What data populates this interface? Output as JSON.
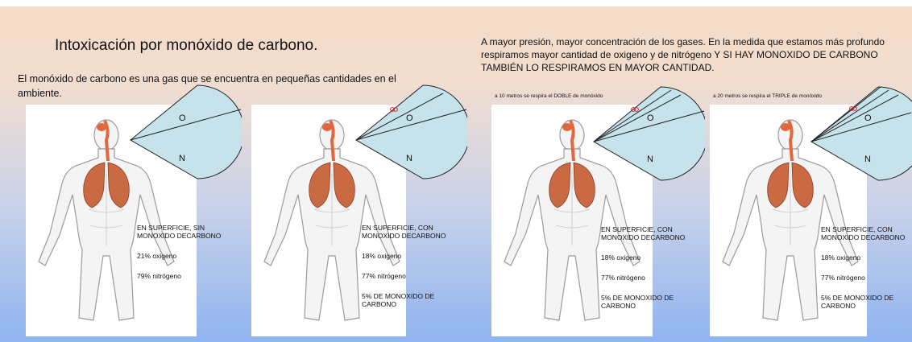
{
  "title": "Intoxicación por monóxido de carbono.",
  "intro": "El monóxido de carbono es una gas que se encuentra en pequeñas cantidades en el ambiente.",
  "pressure_text": "A mayor presión, mayor concentración de los gases. En la medida que estamos más profundo respiramos mayor cantidad de oxigeno y de nitrógeno Y SI HAY MONOXIDO DE CARBONO TAMBIÉN LO RESPIRAMOS EN MAYOR CANTIDAD.",
  "colors": {
    "bubble_fill": "#c6e3ec",
    "lungs": "#c96a42",
    "airway": "#e0683c",
    "co_mark": "#d02020"
  },
  "panels": [
    {
      "note": "",
      "bubble_o": "O",
      "bubble_n": "N",
      "line1": "EN SUPERFICIE, SIN",
      "line2": "MONOXIDO DECARBONO",
      "oxygen": "21% oxigeno",
      "nitrogen": "79% nitrógeno",
      "co": "",
      "co2": ""
    },
    {
      "note": "",
      "bubble_o": "O",
      "bubble_n": "N",
      "line1": "EN SUPERFICIE, CON",
      "line2": "MONOXIDO DECARBONO",
      "oxygen": "18% oxigeno",
      "nitrogen": "77% nitrógeno",
      "co": "5% DE MONOXIDO DE",
      "co2": "CARBONO"
    },
    {
      "note": "a 10 metros se respira el DOBLE de monóxido",
      "bubble_o": "O",
      "bubble_n": "N",
      "line1": "EN SUPERFICIE, CON",
      "line2": "MONOXIDO DECARBONO",
      "oxygen": "18% oxigeno",
      "nitrogen": "77% nitrógeno",
      "co": "5% DE MONOXIDO DE",
      "co2": "CARBONO"
    },
    {
      "note": "a 20 metros se respira el TRIPLE de monóxido",
      "bubble_o": "O",
      "bubble_n": "N",
      "line1": "EN SUPERFICIE, CON",
      "line2": "MONOXIDO DECARBONO",
      "oxygen": "18% oxigeno",
      "nitrogen": "77% nitrógeno",
      "co": "5% DE MONOXIDO DE",
      "co2": "CARBONO"
    }
  ]
}
